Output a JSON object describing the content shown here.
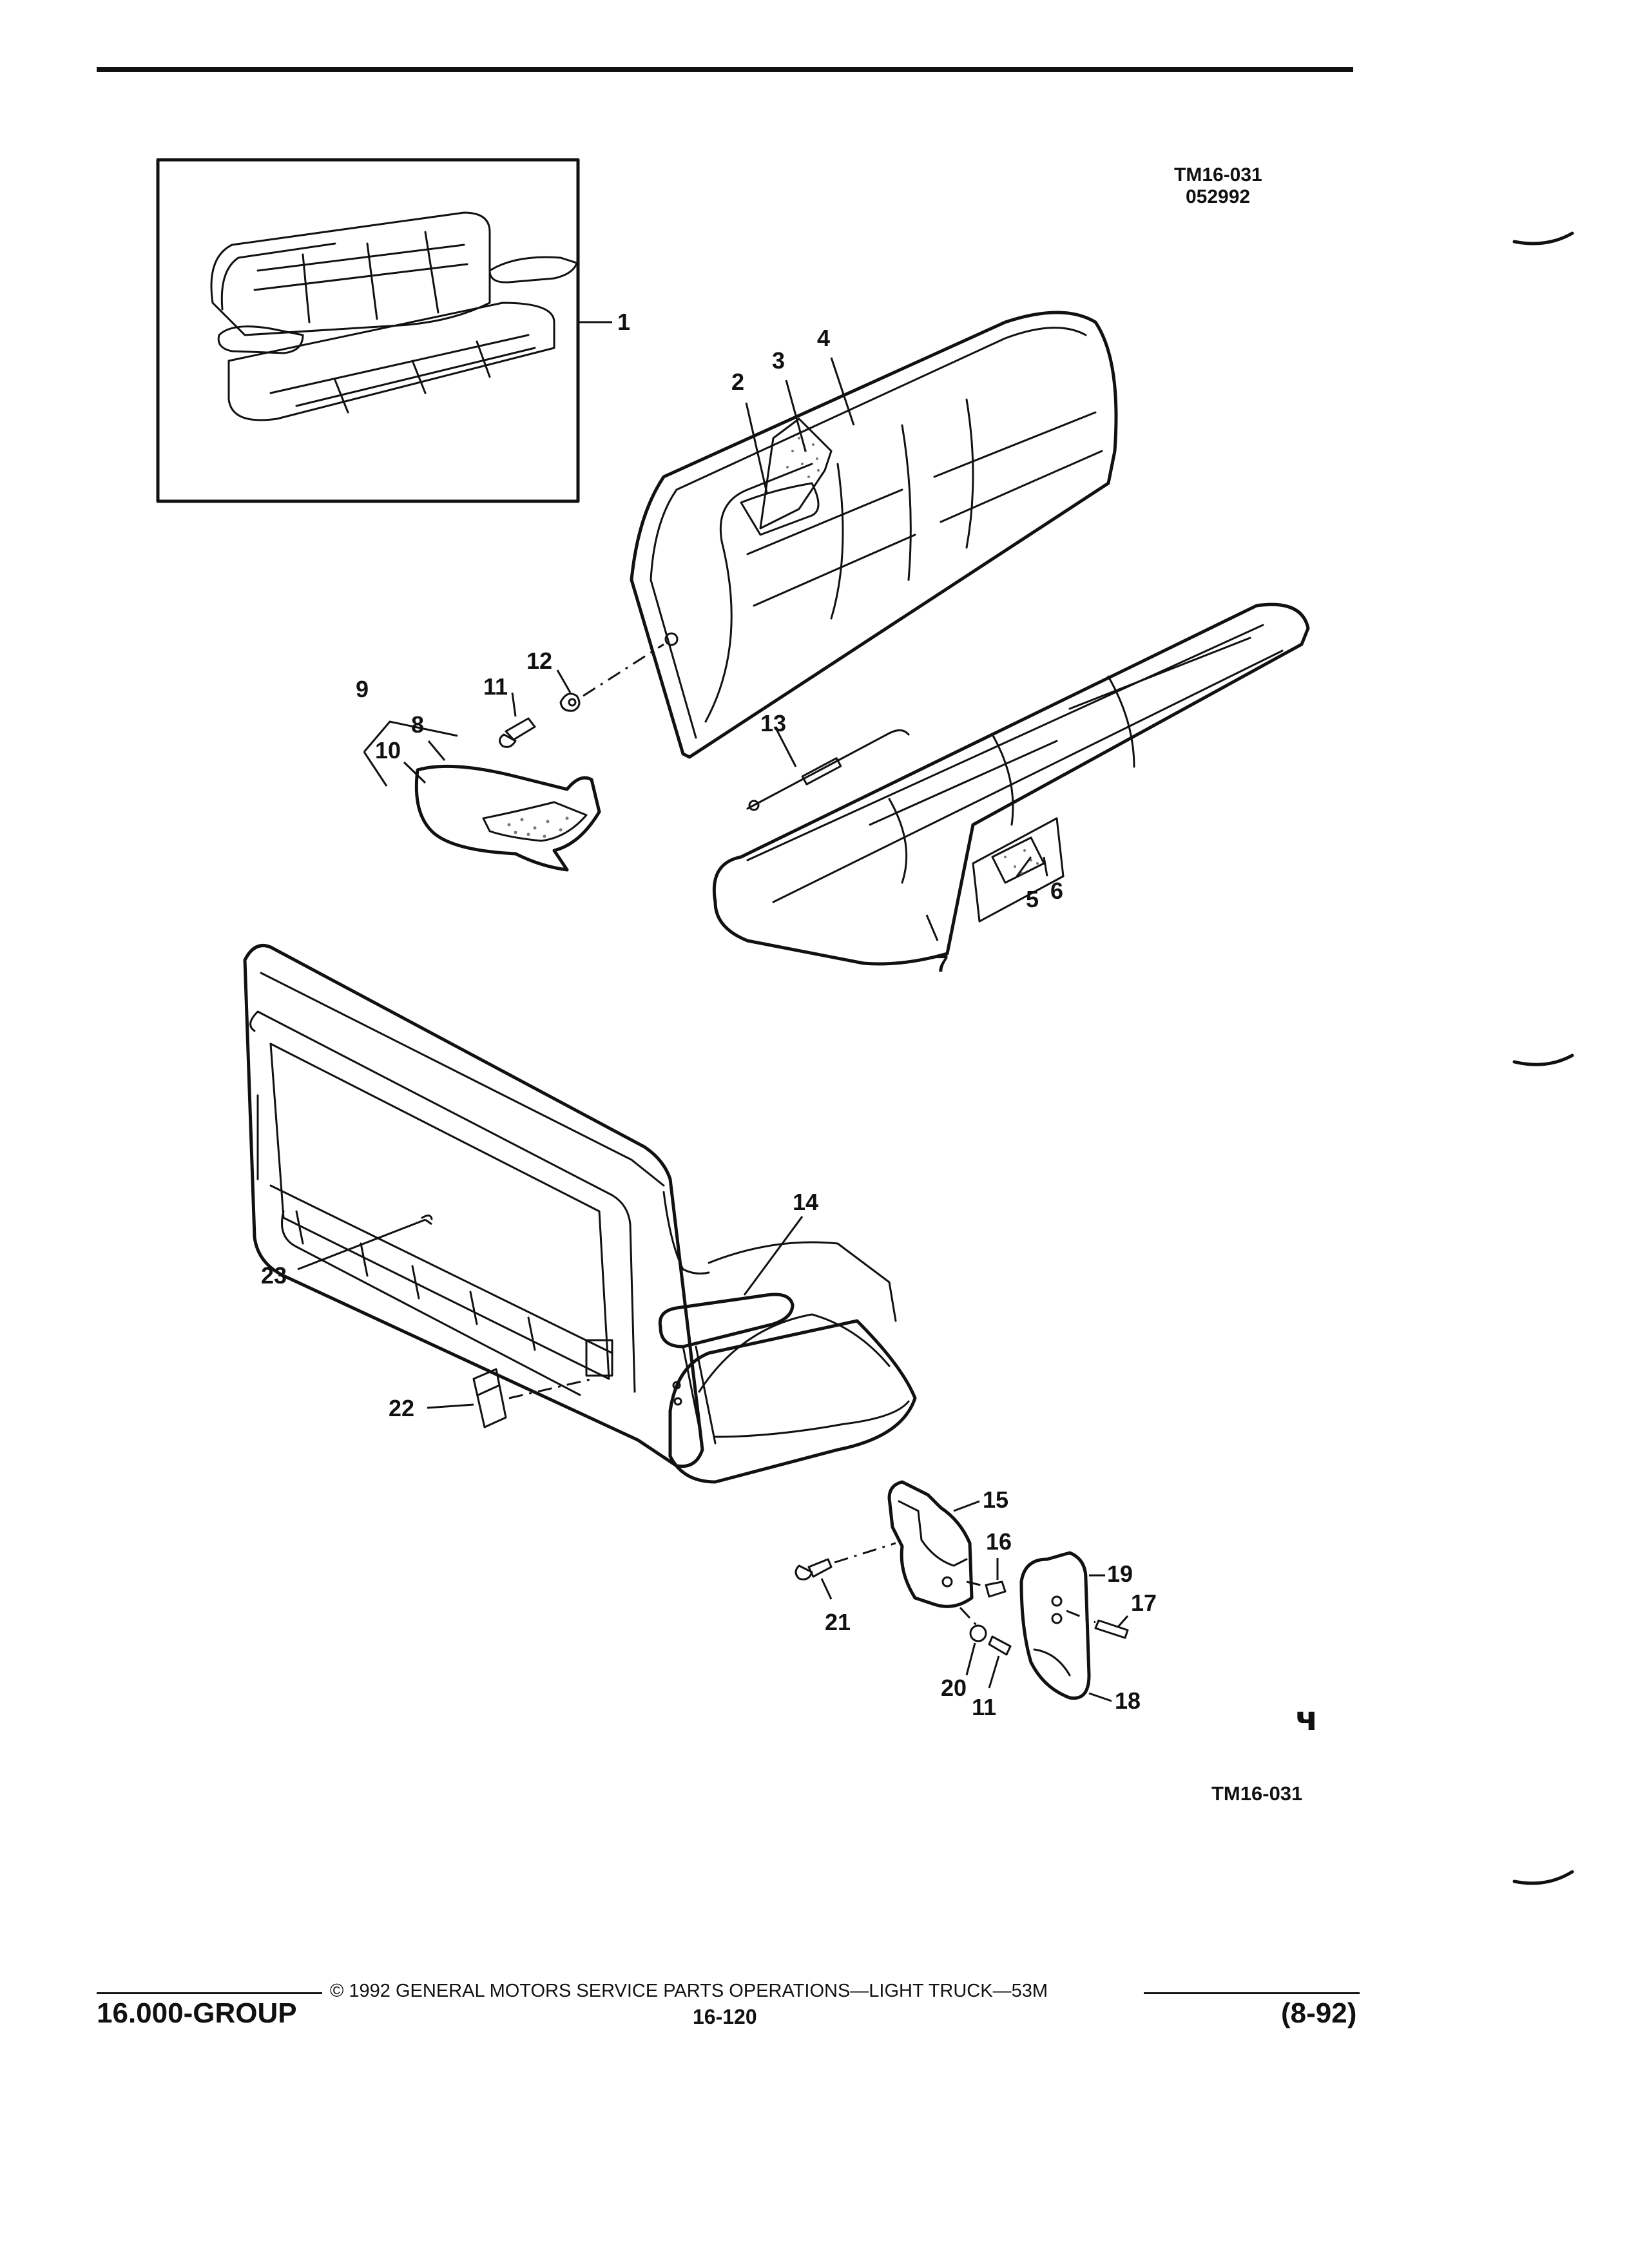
{
  "header": {
    "drawing_code": "TM16-031",
    "drawing_date": "052992"
  },
  "diagram": {
    "callouts": [
      "1",
      "2",
      "3",
      "4",
      "5",
      "6",
      "7",
      "8",
      "9",
      "10",
      "11",
      "12",
      "13",
      "14",
      "15",
      "16",
      "17",
      "18",
      "19",
      "20",
      "11",
      "21",
      "22",
      "23"
    ],
    "logo": "ч"
  },
  "figure_code": "TM16-031",
  "footer": {
    "group": "16.000-GROUP",
    "copyright": "© 1992 GENERAL MOTORS SERVICE PARTS OPERATIONS—LIGHT TRUCK—53M",
    "page": "16-120",
    "date": "(8-92)"
  }
}
